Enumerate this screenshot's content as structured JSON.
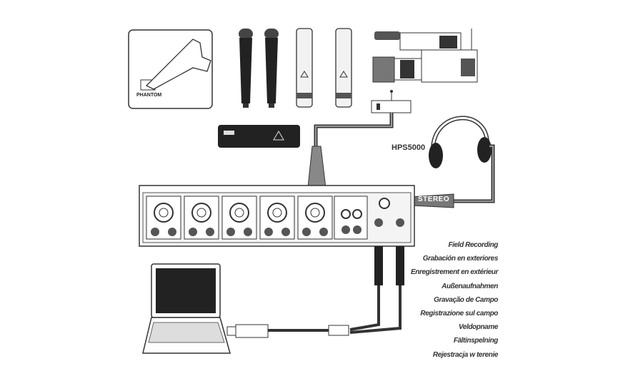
{
  "labels": {
    "phantom": "PHANTOM",
    "headphones_model": "HPS5000",
    "stereo_plug": "STEREO"
  },
  "captions": [
    "Field Recording",
    "Grabación en exteriores",
    "Enregistrement en extérieur",
    "Außenaufnahmen",
    "Gravação de Campo",
    "Registrazione sul campo",
    "Veldopname",
    "Fältinspelning",
    "Rejestracja w terenie"
  ]
}
